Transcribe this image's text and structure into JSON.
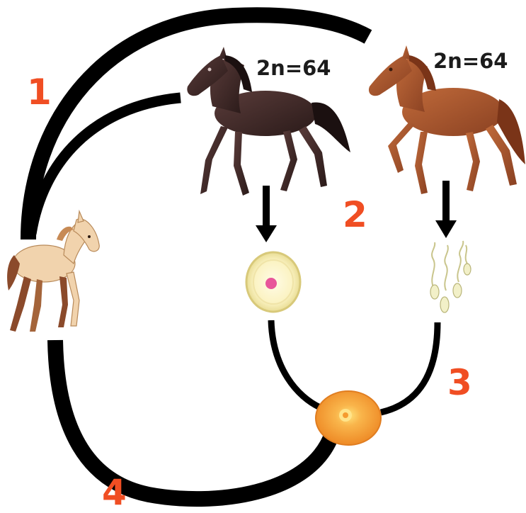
{
  "stages": {
    "s1": "1",
    "s2": "2",
    "s3": "3",
    "s4": "4"
  },
  "parents": {
    "dark_horse_chromosomes": "2n=64",
    "chestnut_horse_chromosomes": "2n=64"
  },
  "colors": {
    "stage_number": "#f04e23",
    "arrows": "#000000",
    "dark_horse": "#3a2624",
    "chestnut_horse": "#a0522d",
    "foal": "#f1d3ad",
    "egg": "#faf3c4",
    "egg_nucleus": "#e8559a",
    "sperm": "#f2f0c8",
    "zygote": "#f6a83c"
  },
  "icons": {
    "dark_horse": "dark-horse-icon",
    "chestnut_horse": "chestnut-horse-icon",
    "foal": "foal-icon",
    "egg": "egg-cell-icon",
    "sperm": "sperm-cells-icon",
    "zygote": "zygote-icon"
  }
}
